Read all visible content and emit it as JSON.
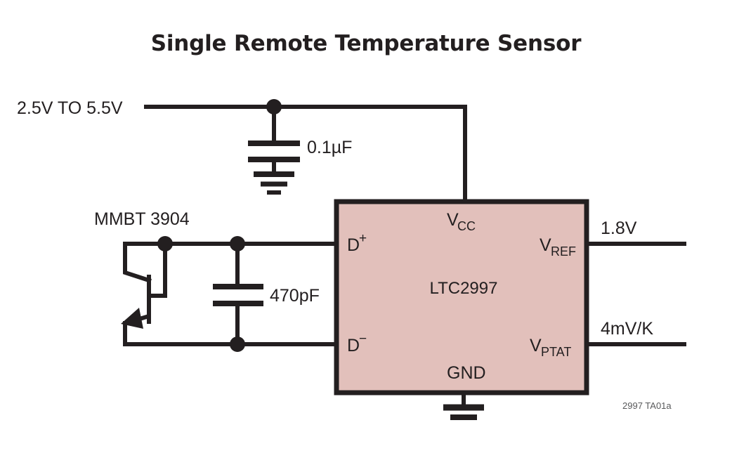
{
  "figure": {
    "title": "Single Remote Temperature Sensor",
    "caption": "2997 TA01a"
  },
  "labels": {
    "supply": "2.5V TO 5.5V",
    "bypass_cap": "0.1µF",
    "transistor": "MMBT 3904",
    "filter_cap": "470pF",
    "vref_out": "1.8V",
    "vptat_out": "4mV/K"
  },
  "ic": {
    "part_number": "LTC2997",
    "fill_color": "#e2c0bb",
    "border_color": "#231f20",
    "pins": {
      "vcc": {
        "base": "V",
        "sub": "CC"
      },
      "gnd": {
        "base": "GND",
        "sub": ""
      },
      "dplus": {
        "base": "D",
        "sup": "+"
      },
      "dminus": {
        "base": "D",
        "sup": "−"
      },
      "vref": {
        "base": "V",
        "sub": "REF"
      },
      "vptat": {
        "base": "V",
        "sub": "PTAT"
      }
    }
  },
  "colors": {
    "ink": "#231f20",
    "ic_fill": "#e2c0bb",
    "caption": "#58595b",
    "background": "#ffffff"
  }
}
